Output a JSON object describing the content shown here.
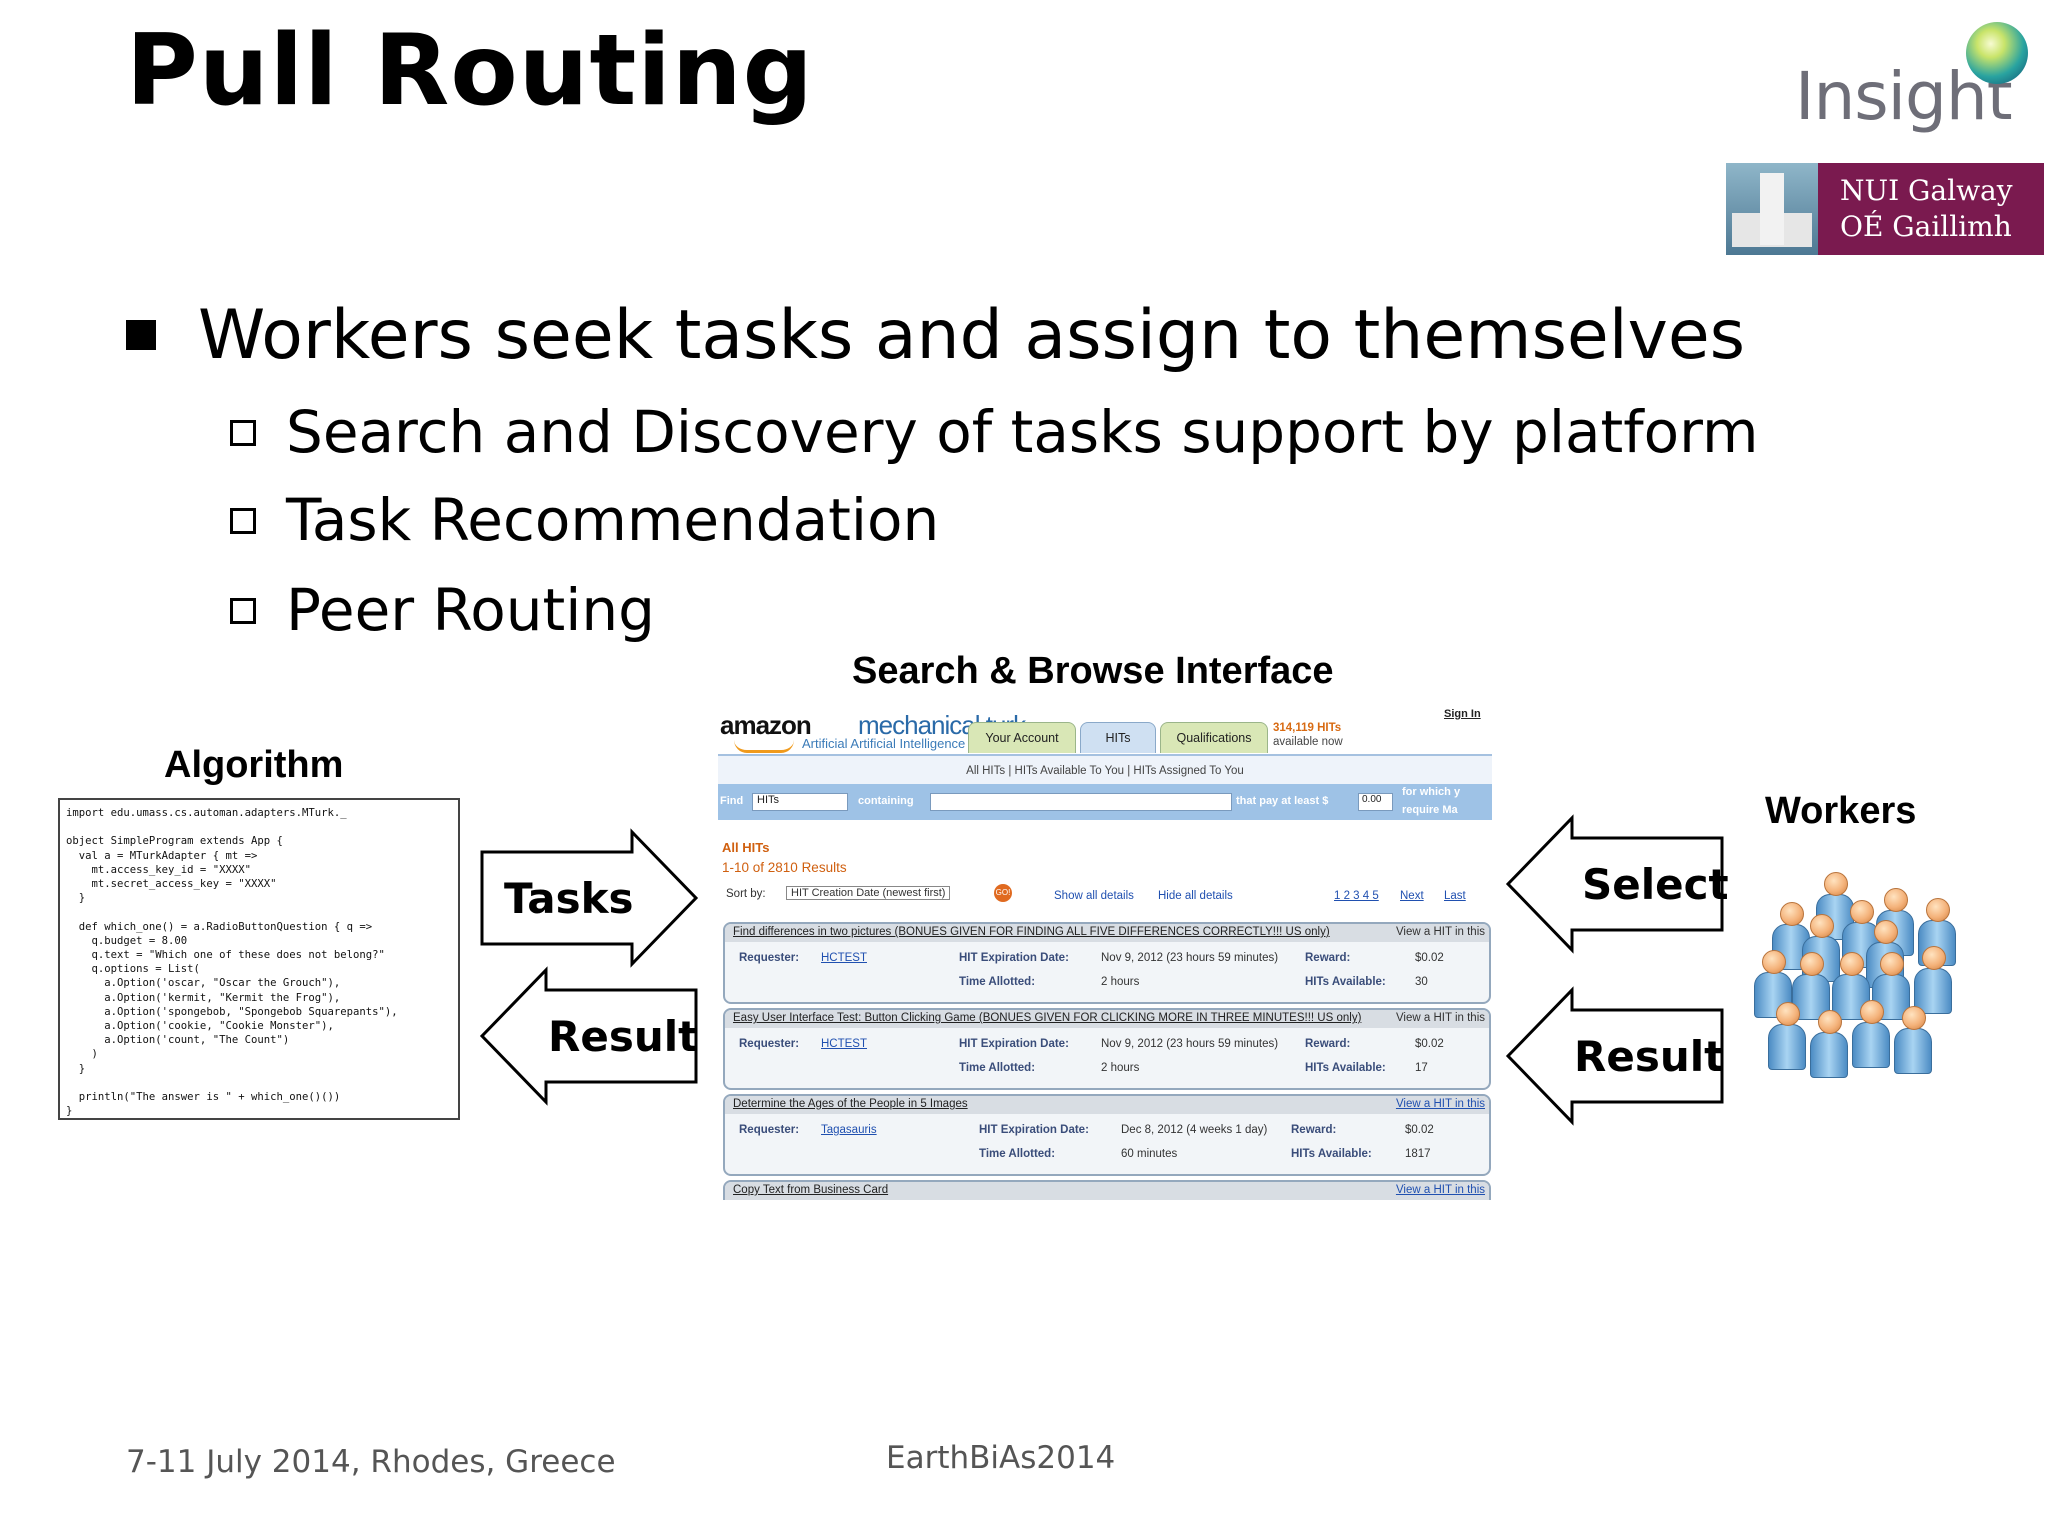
{
  "slide": {
    "title": "Pull Routing",
    "bullet_main": "Workers seek tasks and assign to themselves",
    "sub_bullets": [
      "Search and Discovery of tasks support by platform",
      "Task Recommendation",
      "Peer Routing"
    ]
  },
  "logos": {
    "insight": "Insight",
    "nui_line1": "NUI Galway",
    "nui_line2": "OÉ Gaillimh"
  },
  "diagram": {
    "search_label": "Search & Browse Interface",
    "algorithm_label": "Algorithm",
    "workers_label": "Workers",
    "arrow_tasks": "Tasks",
    "arrow_result_left": "Result",
    "arrow_select": "Select",
    "arrow_result_right": "Result"
  },
  "code": "import edu.umass.cs.automan.adapters.MTurk._\n\nobject SimpleProgram extends App {\n  val a = MTurkAdapter { mt =>\n    mt.access_key_id = \"XXXX\"\n    mt.secret_access_key = \"XXXX\"\n  }\n\n  def which_one() = a.RadioButtonQuestion { q =>\n    q.budget = 8.00\n    q.text = \"Which one of these does not belong?\"\n    q.options = List(\n      a.Option('oscar, \"Oscar the Grouch\"),\n      a.Option('kermit, \"Kermit the Frog\"),\n      a.Option('spongebob, \"Spongebob Squarepants\"),\n      a.Option('cookie, \"Cookie Monster\"),\n      a.Option('count, \"The Count\")\n    )\n  }\n\n  println(\"The answer is \" + which_one()())\n}",
  "mturk": {
    "logo_amazon": "amazon",
    "logo_mturk": "mechanical turk",
    "logo_sub": "Artificial Artificial Intelligence",
    "tabs": [
      "Your Account",
      "HITs",
      "Qualifications"
    ],
    "hits_count": "314,119 HITs",
    "hits_avail": "available now",
    "sign_in": "Sign In",
    "nav": "All HITs  |  HITs Available To You  |  HITs Assigned To You",
    "find_label": "Find",
    "find_select": "HITs",
    "containing_label": "containing",
    "pay_label": "that pay at least $",
    "pay_value": "0.00",
    "for_which": "for which y",
    "require": "require Ma",
    "all_hits": "All HITs",
    "results": "1-10 of 2810 Results",
    "sort_by": "Sort by:",
    "sort_value": "HIT Creation Date (newest first)",
    "go": "GO!",
    "show_all": "Show all details",
    "hide_all": "Hide all details",
    "pages": "1 2 3 4 5",
    "next": "Next",
    "last": "Last",
    "hits": [
      {
        "title": "Find differences in two pictures (BONUES GIVEN FOR FINDING ALL FIVE DIFFERENCES CORRECTLY!!! US only)",
        "view": "View a HIT in this",
        "requester_k": "Requester:",
        "requester": "HCTEST",
        "exp_k": "HIT Expiration Date:",
        "exp": "Nov 9, 2012  (23 hours 59 minutes)",
        "reward_k": "Reward:",
        "reward": "$0.02",
        "time_k": "Time Allotted:",
        "time": "2 hours",
        "avail_k": "HITs Available:",
        "avail": "30"
      },
      {
        "title": "Easy User Interface Test: Button Clicking Game (BONUES GIVEN FOR CLICKING MORE IN THREE MINUTES!!! US only)",
        "view": "View a HIT in this",
        "requester_k": "Requester:",
        "requester": "HCTEST",
        "exp_k": "HIT Expiration Date:",
        "exp": "Nov 9, 2012  (23 hours 59 minutes)",
        "reward_k": "Reward:",
        "reward": "$0.02",
        "time_k": "Time Allotted:",
        "time": "2 hours",
        "avail_k": "HITs Available:",
        "avail": "17"
      },
      {
        "title": "Determine the Ages of the People in 5 Images",
        "view": "View a HIT in this",
        "requester_k": "Requester:",
        "requester": "Tagasauris",
        "exp_k": "HIT Expiration Date:",
        "exp": "Dec 8, 2012  (4 weeks 1 day)",
        "reward_k": "Reward:",
        "reward": "$0.02",
        "time_k": "Time Allotted:",
        "time": "60 minutes",
        "avail_k": "HITs Available:",
        "avail": "1817"
      },
      {
        "title": "Copy Text from Business Card",
        "view": "View a HIT in this"
      }
    ]
  },
  "footer": {
    "left": "7-11 July 2014, Rhodes, Greece",
    "center": "EarthBiAs2014"
  }
}
